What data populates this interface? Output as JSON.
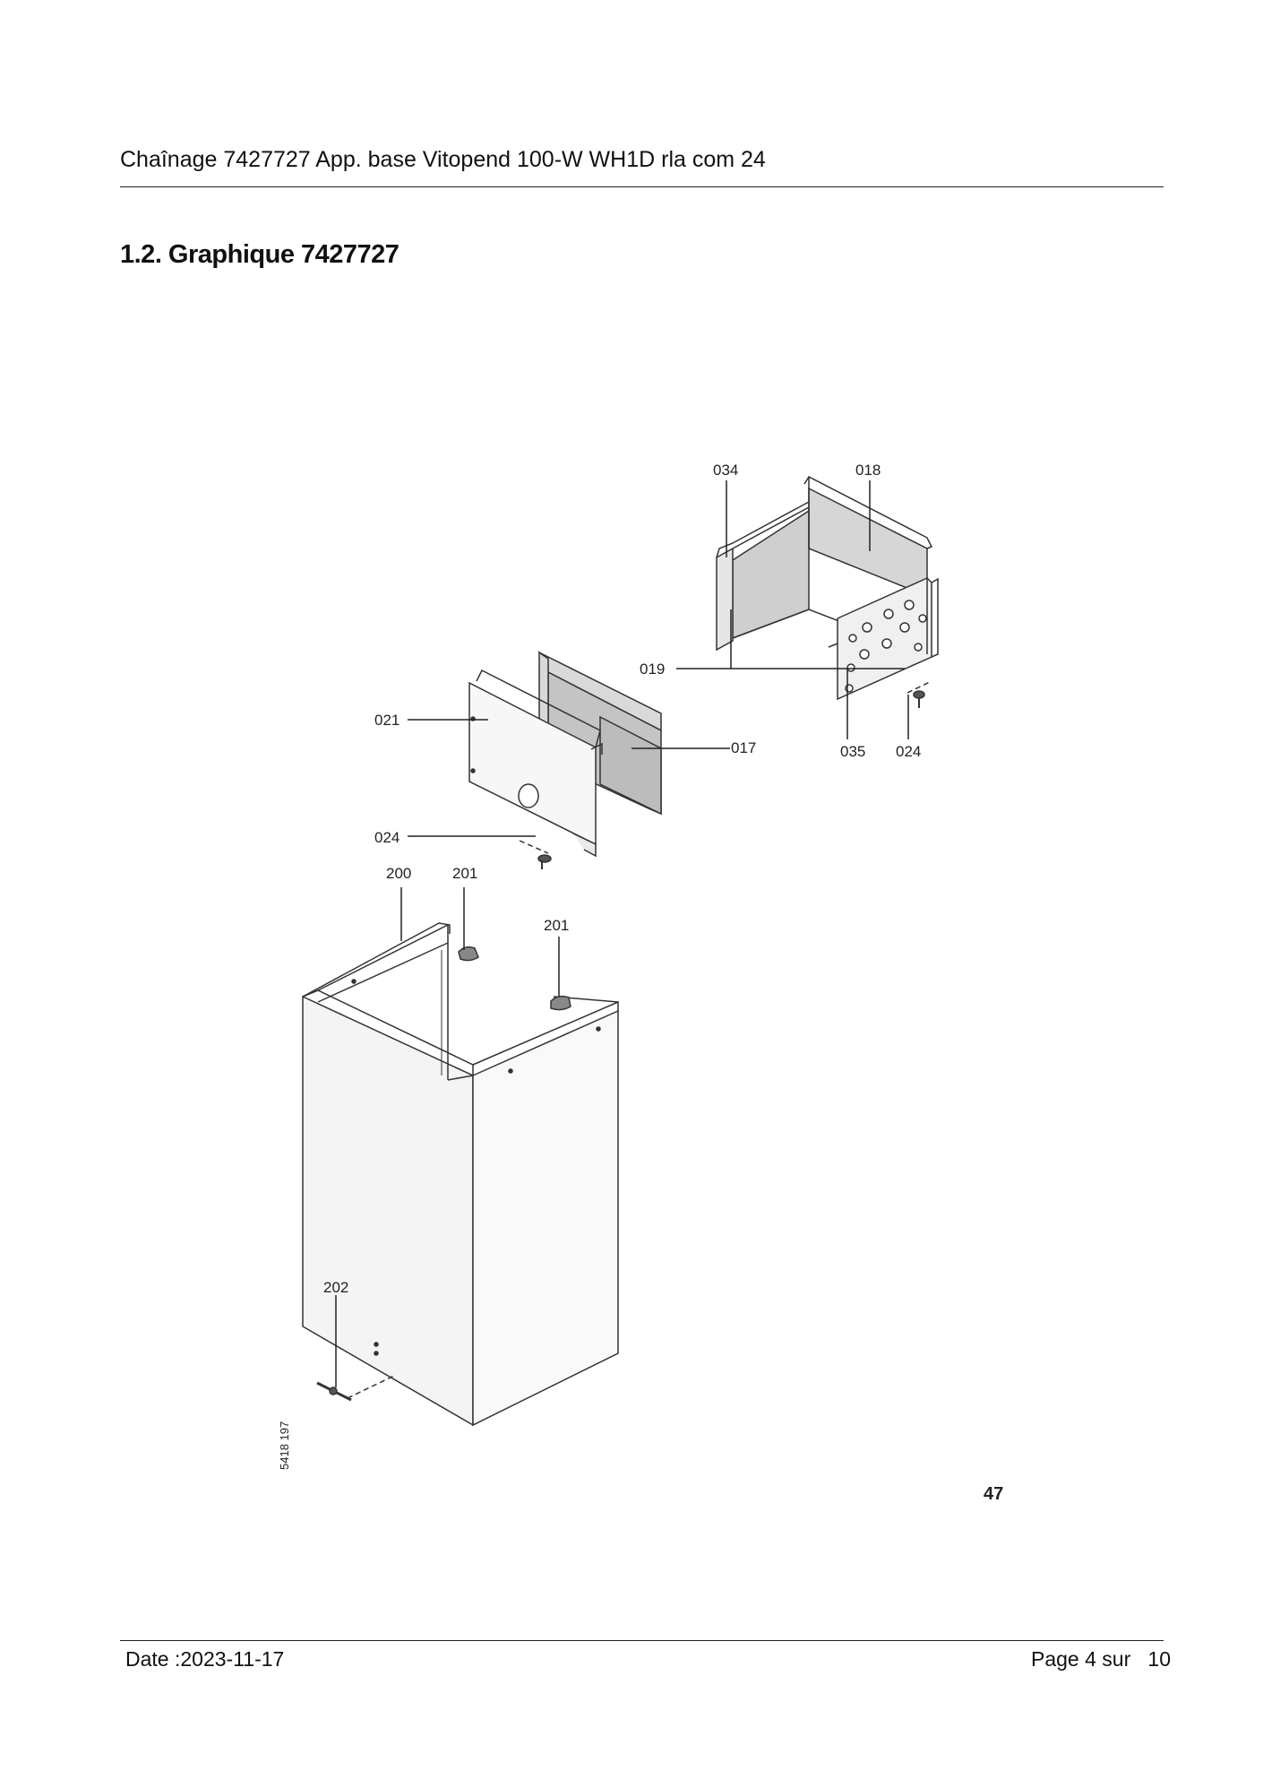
{
  "header": {
    "title": "Chaînage 7427727 App. base Vitopend 100-W WH1D rla com 24"
  },
  "section": {
    "heading": "1.2. Graphique 7427727"
  },
  "figure": {
    "callouts": {
      "c034": "034",
      "c018": "018",
      "c019": "019",
      "c021": "021",
      "c017": "017",
      "c035": "035",
      "c024_right": "024",
      "c024_left": "024",
      "c200": "200",
      "c201_a": "201",
      "c201_b": "201",
      "c202": "202"
    },
    "drawing_code": "5418 197",
    "page_number": "47"
  },
  "footer": {
    "date": "Date :2023-11-17",
    "page": "Page 4 sur   10"
  }
}
